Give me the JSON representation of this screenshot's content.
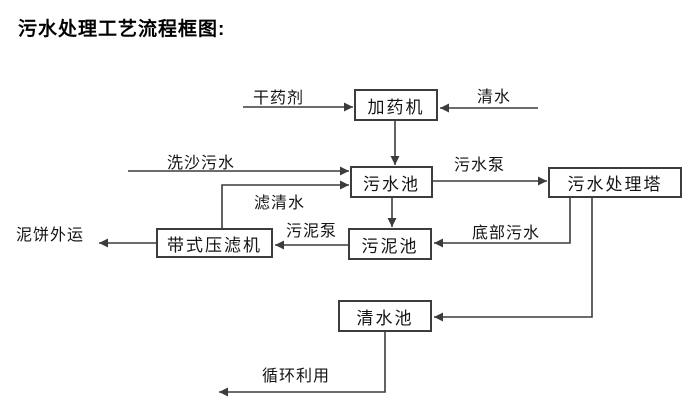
{
  "title": "污水处理工艺流程框图:",
  "colors": {
    "background": "#ffffff",
    "line": "#3c3c3c",
    "text": "#141414"
  },
  "diagram": {
    "type": "flowchart",
    "nodes": [
      {
        "id": "dosing-machine",
        "label": "加药机"
      },
      {
        "id": "sewage-pool",
        "label": "污水池"
      },
      {
        "id": "treatment-tower",
        "label": "污水处理塔"
      },
      {
        "id": "sludge-pool",
        "label": "污泥池"
      },
      {
        "id": "belt-filter-press",
        "label": "带式压滤机"
      },
      {
        "id": "clear-water-pool",
        "label": "清水池"
      }
    ],
    "edges": [
      {
        "id": "dry-chemical-in",
        "label": "干药剂",
        "from": "external-left",
        "to": "dosing-machine"
      },
      {
        "id": "clear-water-in",
        "label": "清水",
        "from": "external-right",
        "to": "dosing-machine"
      },
      {
        "id": "dosing-to-sewage",
        "label": "",
        "from": "dosing-machine",
        "to": "sewage-pool"
      },
      {
        "id": "sand-wash-in",
        "label": "洗沙污水",
        "from": "external-left",
        "to": "sewage-pool"
      },
      {
        "id": "filtered-water",
        "label": "滤清水",
        "from": "belt-filter-press",
        "to": "sewage-pool"
      },
      {
        "id": "sewage-pump",
        "label": "污水泵",
        "from": "sewage-pool",
        "to": "treatment-tower"
      },
      {
        "id": "sewage-to-sludge",
        "label": "",
        "from": "sewage-pool",
        "to": "sludge-pool"
      },
      {
        "id": "bottom-sewage",
        "label": "底部污水",
        "from": "treatment-tower",
        "to": "sludge-pool"
      },
      {
        "id": "sludge-pump",
        "label": "污泥泵",
        "from": "sludge-pool",
        "to": "belt-filter-press"
      },
      {
        "id": "mud-cake-out",
        "label": "泥饼外运",
        "from": "belt-filter-press",
        "to": "external-left"
      },
      {
        "id": "tower-to-clear",
        "label": "",
        "from": "treatment-tower",
        "to": "clear-water-pool"
      },
      {
        "id": "recycle-out",
        "label": "循环利用",
        "from": "clear-water-pool",
        "to": "external-left"
      }
    ]
  }
}
